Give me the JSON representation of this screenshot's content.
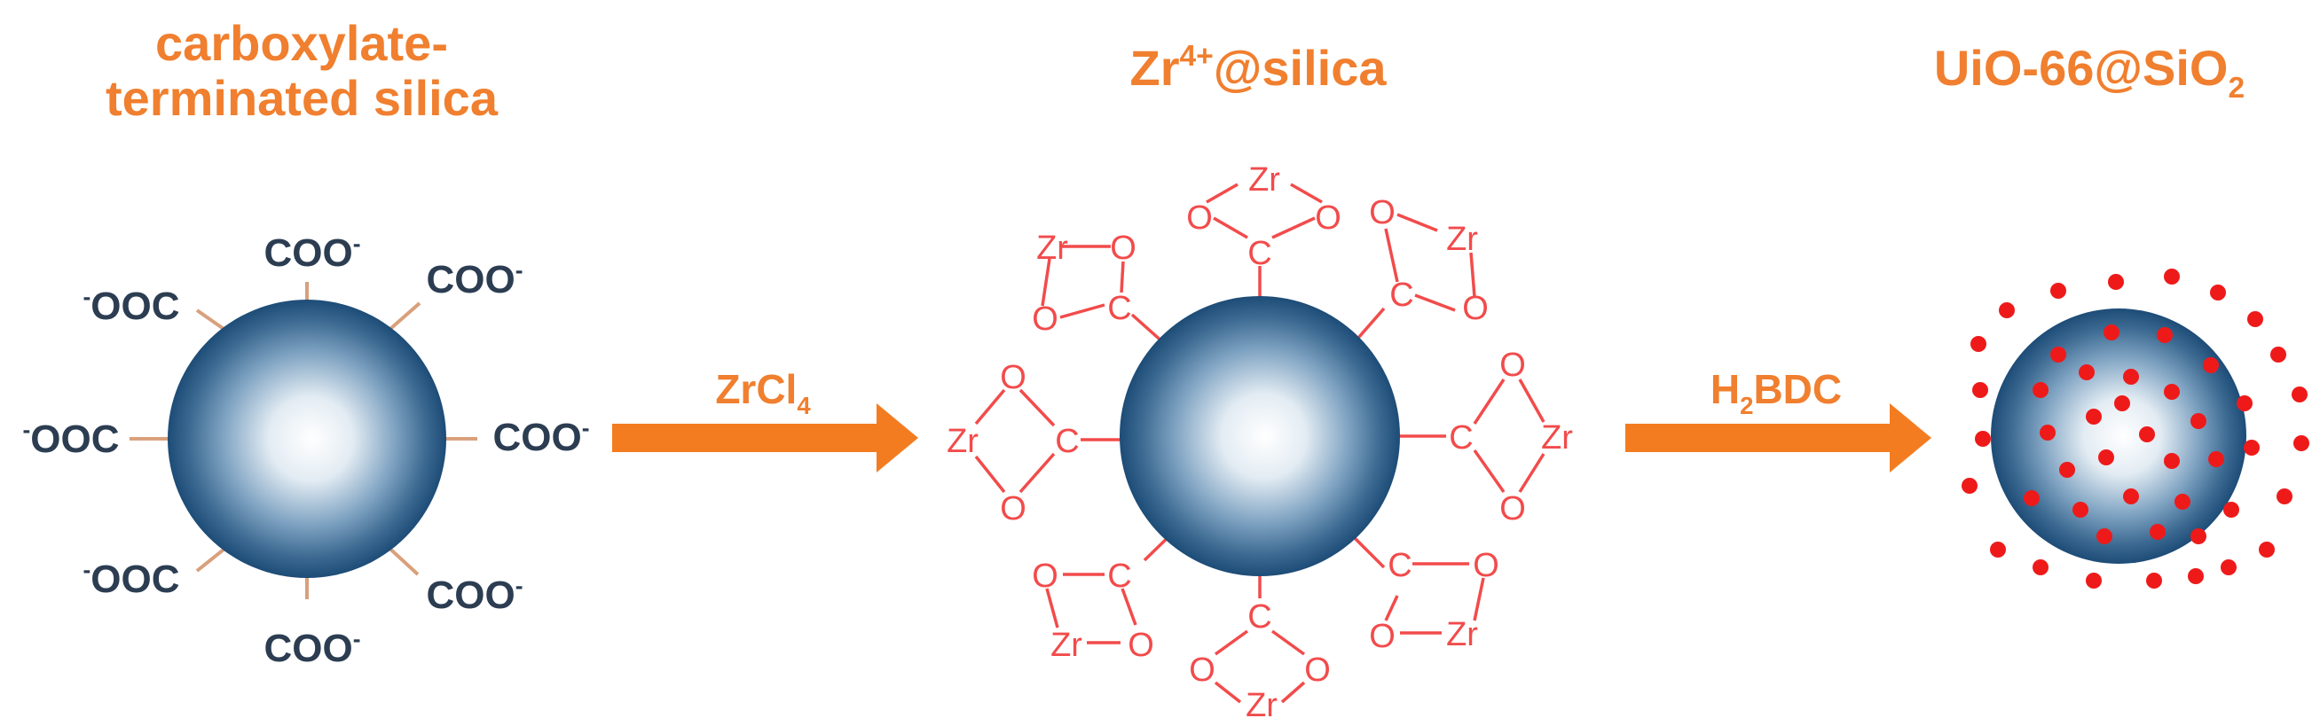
{
  "labels": {
    "stage1_title_line1": "carboxylate-",
    "stage1_title_line2": "terminated silica",
    "stage2_title_main": "Zr",
    "stage2_title_sup": "4+",
    "stage2_title_rest": "@silica",
    "stage3_title_main": "UiO-66@SiO",
    "stage3_title_sub": "2"
  },
  "reagents": {
    "step1_main": "ZrCl",
    "step1_sub": "4",
    "step2_pre": "H",
    "step2_sub": "2",
    "step2_post": "BDC"
  },
  "groups": {
    "coo": "COO",
    "ooc": "OOC",
    "charge": "-"
  },
  "atoms": {
    "zr": "Zr",
    "o": "O",
    "c": "C"
  },
  "colors": {
    "title_orange": "#f07f2f",
    "arrow_orange": "#f47c20",
    "group_navy": "#2c3d52",
    "zr_complex_red": "#f24b4b",
    "mof_dot_red": "#ee1a1a",
    "sphere_edge": "#1d4c77",
    "sphere_center": "#ffffff"
  }
}
